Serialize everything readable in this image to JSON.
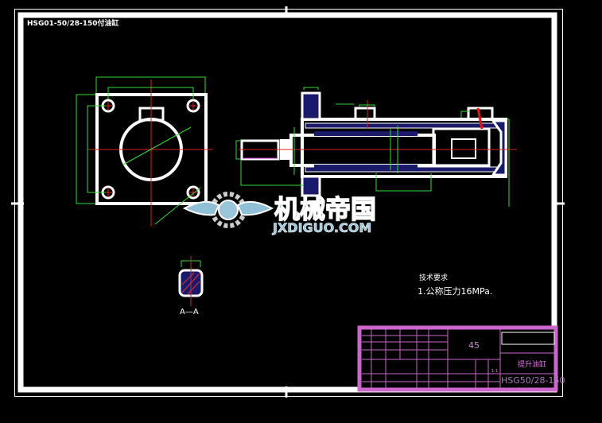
{
  "drawing": {
    "title": "HSG01-50/28-150付油缸",
    "section_label": "A—A",
    "tech_requirements_heading": "技术要求",
    "tech_requirements_item": "1.公称压力16MPa.",
    "colors": {
      "background": "#000000",
      "outline": "#ffffff",
      "dimension": "#33dd33",
      "centerline": "#dd2222",
      "hatch": "#1a1a6a",
      "title_block": "#cc66cc"
    }
  },
  "title_block": {
    "material": "45",
    "part_name": "提升油缸",
    "drawing_number": "HSG50/28-150",
    "scale": "1:1"
  },
  "watermark": {
    "name": "机械帝国",
    "site": "JXDIGUO.COM"
  }
}
